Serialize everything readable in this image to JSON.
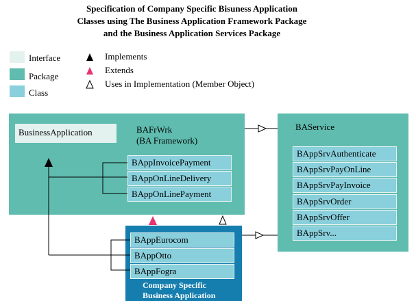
{
  "title": {
    "line1": "Specification of Company Specific Bisuness Application",
    "line2": "Classes using The Business Application Framework Package",
    "line3": "and the Business Application Services Package"
  },
  "legend": {
    "interface": "Interface",
    "package": "Package",
    "class": "Class",
    "implements": "Implements",
    "extends": "Extends",
    "uses": "Uses in Implementation (Member Object)"
  },
  "framework": {
    "name": "BAFrWrk",
    "subtitle": "(BA Framework)",
    "interface": "BusinessApplication",
    "classes": [
      "BAppInvoicePayment",
      "BAppOnLineDelivery",
      "BAppOnLinePayment"
    ]
  },
  "service": {
    "name": "BAService",
    "classes": [
      "BAppSrvAuthenticate",
      "BAppSrvPayOnLine",
      "BAppSrvPayInvoice",
      "BAppSrvOrder",
      "BAppSrvOffer",
      "BAppSrv..."
    ]
  },
  "company": {
    "classes": [
      "BAppEurocom",
      "BAppOtto",
      "BAppFogra"
    ],
    "label_line1": "Company Specific",
    "label_line2": "Business Application"
  },
  "colors": {
    "interface": "#e3f1ef",
    "package": "#5fbcaf",
    "class": "#89d0dc",
    "company_package": "#167eae",
    "extends_arrow": "#e8336e"
  }
}
